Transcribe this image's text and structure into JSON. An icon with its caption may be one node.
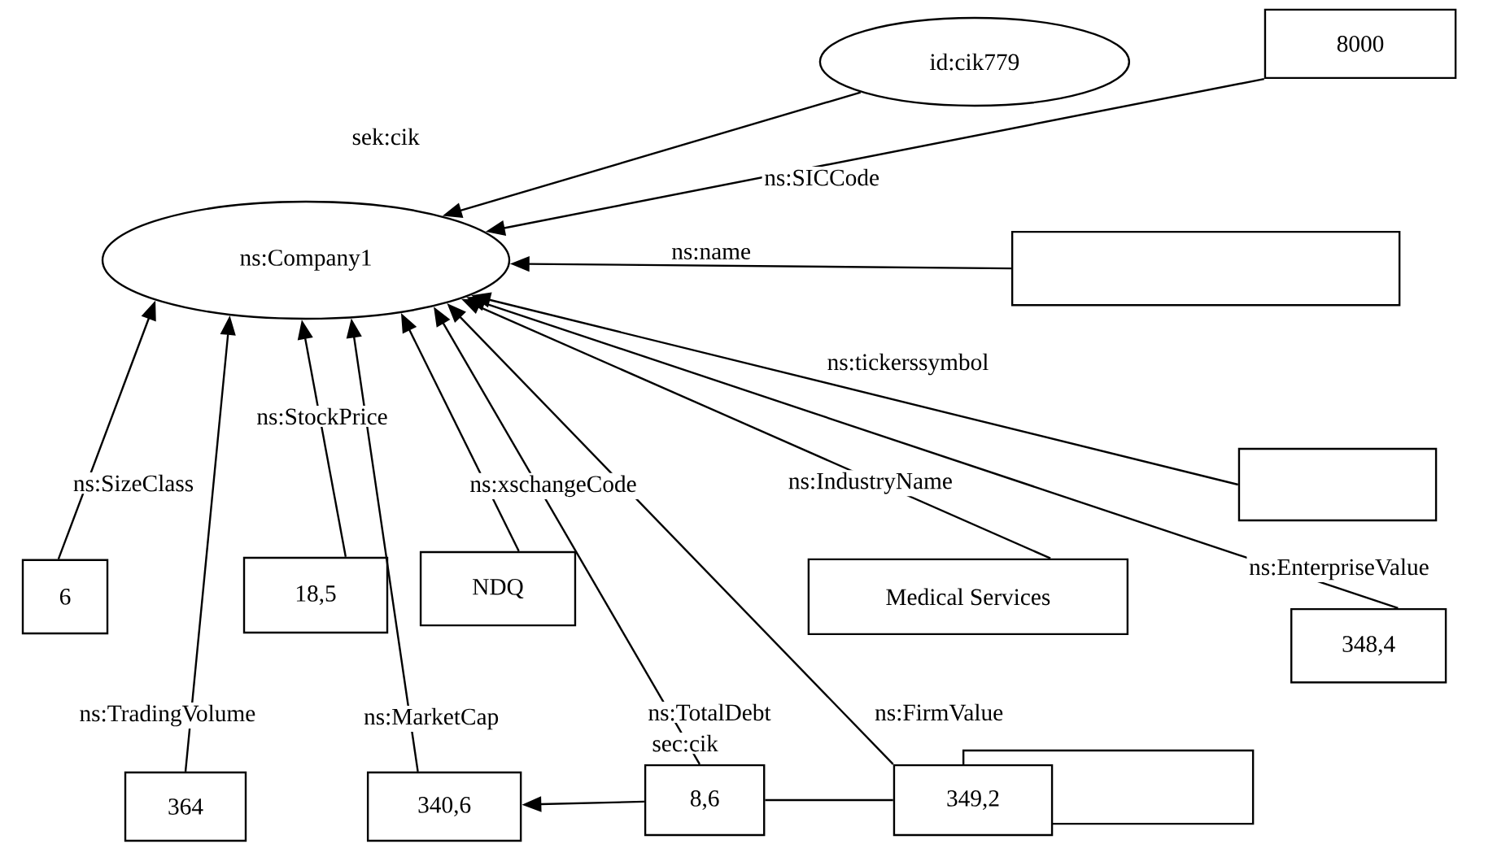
{
  "diagram": {
    "nodes": [
      {
        "text": [
          "id:cik779"
        ]
      },
      {
        "text": [
          "ns:Company1"
        ]
      },
      {
        "text": [
          "8000"
        ]
      },
      {
        "text": [],
        "shape": "box"
      },
      {
        "text": [],
        "shape": "box"
      },
      {
        "text": [
          "6"
        ]
      },
      {
        "text": [
          "18,5"
        ]
      },
      {
        "text": [
          "NDQ"
        ]
      },
      {
        "text": [
          "Medical Services"
        ]
      },
      {
        "text": [
          "348,4"
        ]
      },
      {
        "text": [
          "364"
        ]
      },
      {
        "text": [
          "340,6"
        ]
      },
      {
        "text": [
          "8,6"
        ]
      },
      {
        "text": [
          "349,2"
        ]
      },
      {
        "text": [],
        "shape": "box"
      }
    ],
    "edges": [
      {
        "from": 0,
        "to": 1,
        "arrow": "to",
        "label": "sek:cik"
      },
      {
        "from": 2,
        "to": 1,
        "arrow": "to",
        "label": "ns:SICCode"
      },
      {
        "from": 3,
        "to": 1,
        "arrow": "to",
        "label": "ns:name"
      },
      {
        "from": 4,
        "to": 1,
        "arrow": "to",
        "label": "ns:tickerssymbol"
      },
      {
        "from": 5,
        "to": 1,
        "arrow": "to",
        "label": "ns:SizeClass"
      },
      {
        "from": 10,
        "to": 1,
        "arrow": "to",
        "label": "ns:TradingVolume"
      },
      {
        "from": 6,
        "to": 1,
        "arrow": "to",
        "label": "ns:StockPrice"
      },
      {
        "from": 11,
        "to": 1,
        "arrow": "to",
        "label": "ns:MarketCap"
      },
      {
        "from": 7,
        "to": 1,
        "arrow": "to",
        "label": "ns:xschangeCode"
      },
      {
        "from": 12,
        "to": 1,
        "arrow": "to",
        "label": "ns:TotalDebt"
      },
      {
        "from": 13,
        "to": 1,
        "arrow": "to",
        "label": "ns:FirmValue"
      },
      {
        "from": 8,
        "to": 1,
        "arrow": "to",
        "label": "ns:IndustryName"
      },
      {
        "from": 9,
        "to": 1,
        "arrow": "to",
        "label": "ns:EnterpriseValue"
      },
      {
        "from": 12,
        "to": 11,
        "arrow": "to"
      },
      {
        "from": 13,
        "to": 12,
        "arrow": "none"
      }
    ],
    "labels": [
      "sec:cik"
    ]
  }
}
